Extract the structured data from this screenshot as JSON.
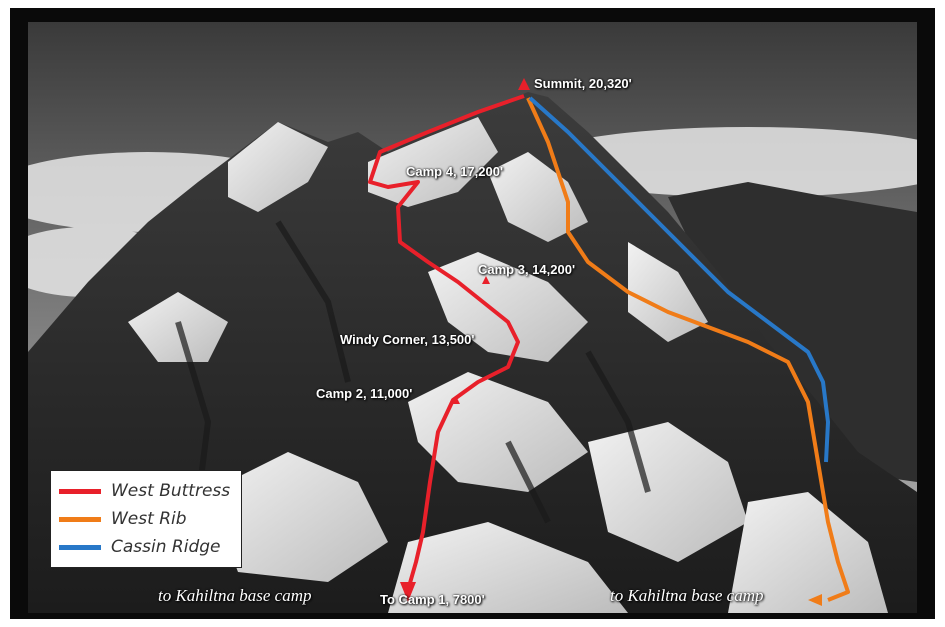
{
  "photo": {
    "description_icon": "mountain-photo",
    "labels": {
      "summit": "Summit, 20,320'",
      "camp4": "Camp 4, 17,200'",
      "camp3": "Camp 3, 14,200'",
      "windy_corner": "Windy Corner, 13,500'",
      "camp2": "Camp 2, 11,000'",
      "camp1": "To Camp 1, 7800'",
      "base_left": "to Kahiltna base camp",
      "base_right": "to Kahiltna base camp"
    }
  },
  "legend": {
    "items": [
      {
        "label": "West Buttress",
        "color": "#e8202a"
      },
      {
        "label": "West Rib",
        "color": "#f07c18"
      },
      {
        "label": "Cassin Ridge",
        "color": "#2878c8"
      }
    ]
  },
  "colors": {
    "west_buttress": "#e8202a",
    "west_rib": "#f07c18",
    "cassin_ridge": "#2878c8"
  }
}
